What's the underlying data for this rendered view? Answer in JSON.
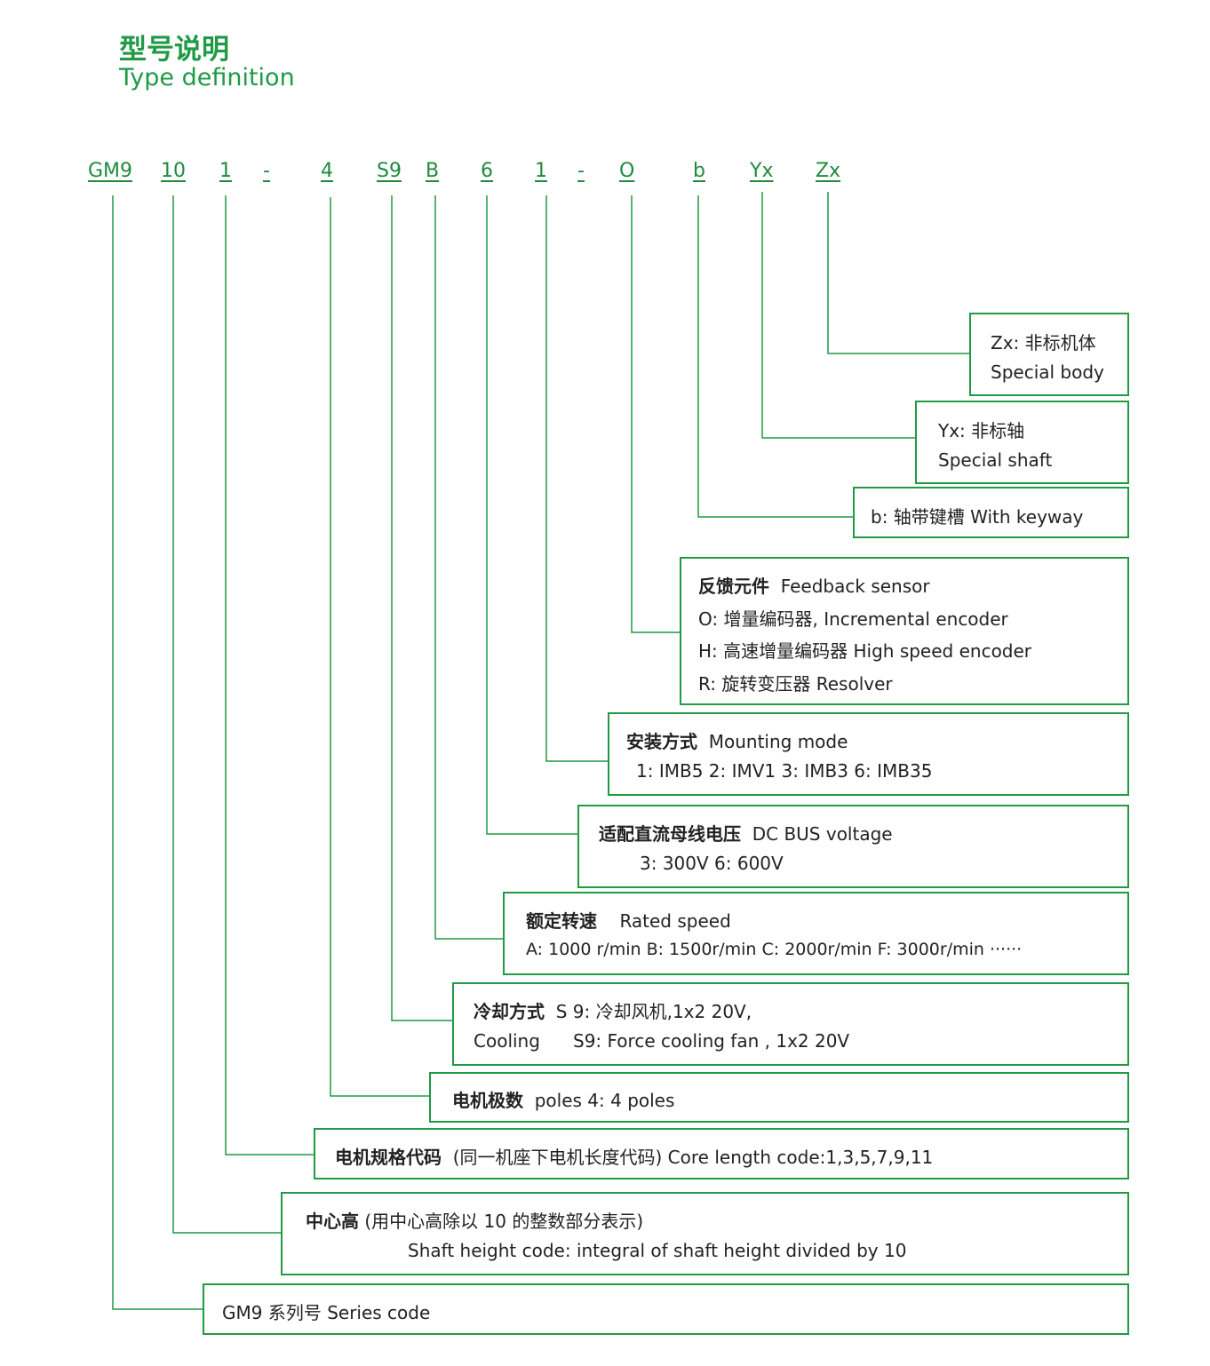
{
  "header": {
    "title_cn": "型号说明",
    "title_en": "Type definition"
  },
  "codes": [
    "GM9",
    "10",
    "1",
    "-",
    "4",
    "S9",
    "B",
    "6",
    "1",
    "-",
    "O",
    "b",
    "Yx",
    "Zx"
  ],
  "boxes": {
    "zx": {
      "l1": "Zx:  非标机体",
      "l2": "Special  body"
    },
    "yx": {
      "l1": "Yx:  非标轴",
      "l2": "Special  shaft"
    },
    "b": {
      "l1": "b:  轴带键槽  With keyway"
    },
    "feedback": {
      "title_cn": "反馈元件",
      "title_en": "Feedback sensor",
      "o": "O:  增量编码器,  Incremental encoder",
      "h": "H:  高速增量编码器  High speed encoder",
      "r": "R: 旋转变压器 Resolver"
    },
    "mounting": {
      "title_cn": "安装方式",
      "title_en": "Mounting mode",
      "options": "1:  IMB5      2:  IMV1    3:  IMB3      6:  IMB35"
    },
    "dcbus": {
      "title_cn": "适配直流母线电压",
      "title_en": "DC BUS voltage",
      "options": "3:  300V    6:  600V"
    },
    "speed": {
      "title_cn": "额定转速",
      "title_en": "Rated speed",
      "options": "A:  1000 r/min    B:  1500r/min    C:  2000r/min    F:  3000r/min   ······"
    },
    "cooling": {
      "title_cn": "冷却方式",
      "l1": "S 9:  冷却风机,1x2 20V,",
      "en": "Cooling",
      "l2": "S9:   Force cooling fan , 1x2 20V"
    },
    "poles": {
      "title_cn": "电机极数",
      "rest": "poles     4:  4 poles"
    },
    "core": {
      "title_cn": "电机规格代码",
      "rest": "(同一机座下电机长度代码) Core length code:1,3,5,7,9,11"
    },
    "shaft": {
      "title_cn": "中心高",
      "rest": "(用中心高除以 10 的整数部分表示)",
      "l2": "Shaft height code: integral of shaft height divided by 10"
    },
    "series": {
      "l1": "GM9  系列号  Series code"
    }
  }
}
